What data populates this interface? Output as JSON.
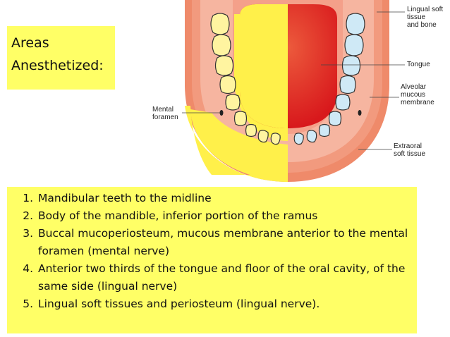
{
  "title": {
    "line1": "Areas",
    "line2": "Anesthetized:"
  },
  "diagram_labels": {
    "lingual_soft_tissue_1": "Lingual soft",
    "lingual_soft_tissue_2": "tissue",
    "lingual_soft_tissue_3": "and bone",
    "tongue": "Tongue",
    "alveolar_1": "Alveolar",
    "alveolar_2": "mucous",
    "alveolar_3": "membrane",
    "mental_foramen_1": "Mental",
    "mental_foramen_2": "foramen",
    "extraoral_1": "Extraoral",
    "extraoral_2": "soft tissue"
  },
  "items": [
    "Mandibular teeth to the midline",
    "Body of the mandible, inferior portion of the ramus",
    "Buccal mucoperiosteum, mucous membrane anterior to the mental foramen (mental nerve)",
    "Anterior two thirds of the tongue and floor of the oral cavity, of the same side (lingual nerve)",
    "Lingual soft tissues and periosteum (lingual nerve)."
  ],
  "colors": {
    "highlight": "#ffff66",
    "anesthetized_zone": "#fff04a",
    "outer_tissue": "#ef8a6a",
    "inner_tissue": "#f6b5a0",
    "tongue": "#e8332a",
    "tooth_blue": "#cfe9f6"
  }
}
